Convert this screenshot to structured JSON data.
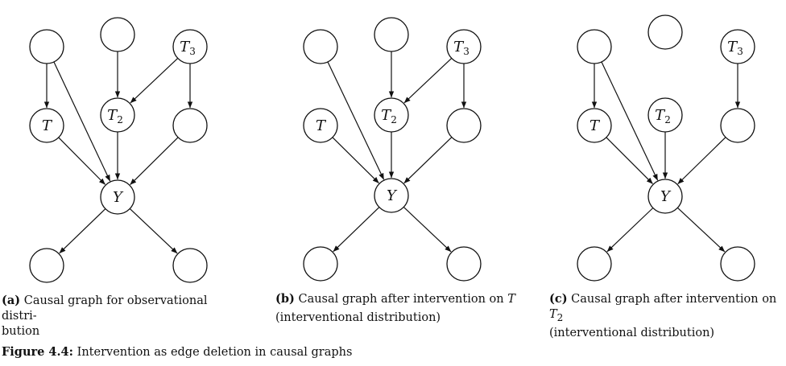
{
  "panels": [
    {
      "id": "a",
      "tag": "(a)",
      "caption_line1": "Causal graph for observational distri-",
      "caption_line2": "bution",
      "nodes": [
        {
          "id": "u1",
          "label": "",
          "sub": ""
        },
        {
          "id": "u2",
          "label": "",
          "sub": ""
        },
        {
          "id": "t3",
          "label": "T",
          "sub": "3"
        },
        {
          "id": "t",
          "label": "T",
          "sub": ""
        },
        {
          "id": "t2",
          "label": "T",
          "sub": "2"
        },
        {
          "id": "m",
          "label": "",
          "sub": ""
        },
        {
          "id": "y",
          "label": "Y",
          "sub": ""
        },
        {
          "id": "d1",
          "label": "",
          "sub": ""
        },
        {
          "id": "d2",
          "label": "",
          "sub": ""
        }
      ],
      "edges": [
        [
          "u1",
          "t"
        ],
        [
          "u1",
          "y"
        ],
        [
          "u2",
          "t2"
        ],
        [
          "t3",
          "t2"
        ],
        [
          "t3",
          "m"
        ],
        [
          "t",
          "y"
        ],
        [
          "t2",
          "y"
        ],
        [
          "m",
          "y"
        ],
        [
          "y",
          "d1"
        ],
        [
          "y",
          "d2"
        ]
      ]
    },
    {
      "id": "b",
      "tag": "(b)",
      "caption_line1": "Causal graph after intervention on ",
      "caption_var": "T",
      "caption_sub": "",
      "caption_line2": "(interventional distribution)",
      "nodes": [
        {
          "id": "u1",
          "label": "",
          "sub": ""
        },
        {
          "id": "u2",
          "label": "",
          "sub": ""
        },
        {
          "id": "t3",
          "label": "T",
          "sub": "3"
        },
        {
          "id": "t",
          "label": "T",
          "sub": ""
        },
        {
          "id": "t2",
          "label": "T",
          "sub": "2"
        },
        {
          "id": "m",
          "label": "",
          "sub": ""
        },
        {
          "id": "y",
          "label": "Y",
          "sub": ""
        },
        {
          "id": "d1",
          "label": "",
          "sub": ""
        },
        {
          "id": "d2",
          "label": "",
          "sub": ""
        }
      ],
      "edges": [
        [
          "u1",
          "y"
        ],
        [
          "u2",
          "t2"
        ],
        [
          "t3",
          "t2"
        ],
        [
          "t3",
          "m"
        ],
        [
          "t",
          "y"
        ],
        [
          "t2",
          "y"
        ],
        [
          "m",
          "y"
        ],
        [
          "y",
          "d1"
        ],
        [
          "y",
          "d2"
        ]
      ]
    },
    {
      "id": "c",
      "tag": "(c)",
      "caption_line1": "Causal graph after intervention on ",
      "caption_var": "T",
      "caption_sub": "2",
      "caption_line2": "(interventional distribution)",
      "nodes": [
        {
          "id": "u1",
          "label": "",
          "sub": ""
        },
        {
          "id": "u2",
          "label": "",
          "sub": ""
        },
        {
          "id": "t3",
          "label": "T",
          "sub": "3"
        },
        {
          "id": "t",
          "label": "T",
          "sub": ""
        },
        {
          "id": "t2",
          "label": "T",
          "sub": "2"
        },
        {
          "id": "m",
          "label": "",
          "sub": ""
        },
        {
          "id": "y",
          "label": "Y",
          "sub": ""
        },
        {
          "id": "d1",
          "label": "",
          "sub": ""
        },
        {
          "id": "d2",
          "label": "",
          "sub": ""
        }
      ],
      "edges": [
        [
          "u1",
          "t"
        ],
        [
          "u1",
          "y"
        ],
        [
          "t3",
          "m"
        ],
        [
          "t",
          "y"
        ],
        [
          "t2",
          "y"
        ],
        [
          "m",
          "y"
        ],
        [
          "y",
          "d1"
        ],
        [
          "y",
          "d2"
        ]
      ]
    }
  ],
  "figure_caption": {
    "bold": "Figure 4.4:",
    "text": " Intervention as edge deletion in causal graphs"
  }
}
